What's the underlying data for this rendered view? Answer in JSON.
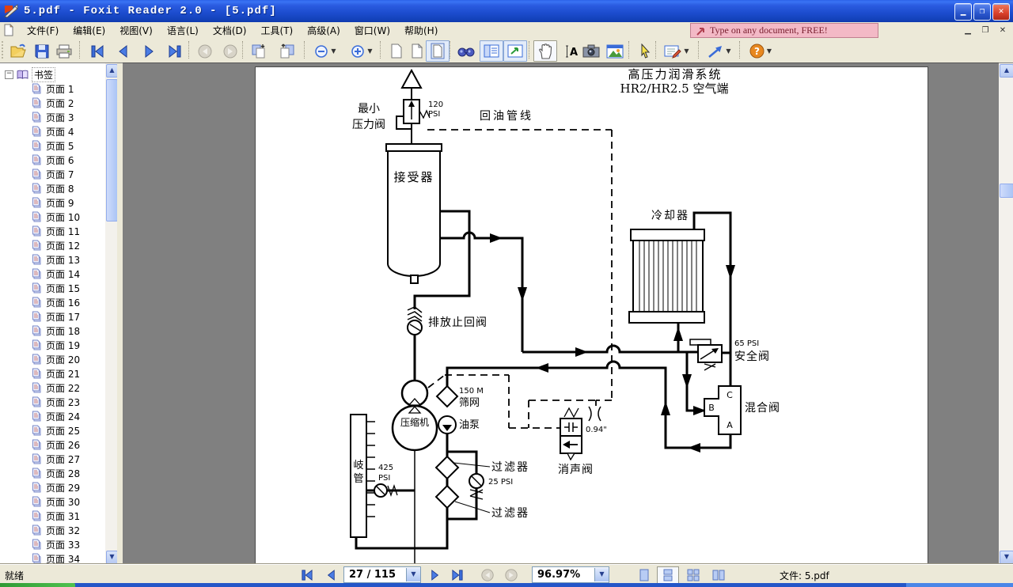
{
  "window": {
    "title": "5.pdf - Foxit Reader 2.0 - [5.pdf]"
  },
  "menu": {
    "items": [
      "文件(F)",
      "编辑(E)",
      "视图(V)",
      "语言(L)",
      "文档(D)",
      "工具(T)",
      "高级(A)",
      "窗口(W)",
      "帮助(H)"
    ],
    "promo": "Type on any document, FREE!"
  },
  "toolbar": {
    "icons": [
      "open-icon",
      "save-icon",
      "print-icon",
      "first-page-icon",
      "prev-page-icon",
      "next-page-icon",
      "last-page-icon",
      "back-icon",
      "forward-icon",
      "page-down-icon",
      "page-up-icon",
      "zoom-out-icon",
      "zoom-in-icon",
      "fit-page-icon",
      "fit-width-icon",
      "fit-visible-icon",
      "find-icon",
      "sidebar-toggle-icon",
      "fullscreen-icon",
      "hand-tool-icon",
      "select-text-icon",
      "snapshot-icon",
      "image-tool-icon",
      "cursor-tool-icon",
      "typewriter-icon",
      "arrow-tool-icon",
      "help-icon"
    ]
  },
  "sidebar": {
    "root": "书签",
    "items": [
      "页面 1",
      "页面 2",
      "页面 3",
      "页面 4",
      "页面 5",
      "页面 6",
      "页面 7",
      "页面 8",
      "页面 9",
      "页面 10",
      "页面 11",
      "页面 12",
      "页面 13",
      "页面 14",
      "页面 15",
      "页面 16",
      "页面 17",
      "页面 18",
      "页面 19",
      "页面 20",
      "页面 21",
      "页面 22",
      "页面 23",
      "页面 24",
      "页面 25",
      "页面 26",
      "页面 27",
      "页面 28",
      "页面 29",
      "页面 30",
      "页面 31",
      "页面 32",
      "页面 33",
      "页面 34"
    ]
  },
  "navbar": {
    "page_field": "27 / 115",
    "zoom_field": "96.97%"
  },
  "statusbar": {
    "ready": "就绪",
    "file_label": "文件: 5.pdf"
  },
  "diagram": {
    "title_line1": "高压力润滑系统",
    "title_line2": "HR2/HR2.5 空气端",
    "min_valve_l1": "最小",
    "min_valve_l2": "压力阀",
    "psi120_l1": "120",
    "psi120_l2": "PSI",
    "return_line": "回油管线",
    "receiver": "接受器",
    "cooler": "冷却器",
    "check_valve": "排放止回阀",
    "screen_l1": "150 M",
    "screen_l2": "筛网",
    "pump": "油泵",
    "compressor": "压缩机",
    "manifold_c1": "岐",
    "manifold_c2": "管",
    "psi425_l1": "425",
    "psi425_l2": "PSI",
    "filter1": "过滤器",
    "filter2": "过滤器",
    "psi25": "25 PSI",
    "silencer": "消声阀",
    "orifice_size": "0.94\"",
    "psi65": "65 PSI",
    "safety_valve": "安全阀",
    "mixing_valve": "混合阀",
    "port_c": "C",
    "port_b": "B",
    "port_a": "A"
  }
}
